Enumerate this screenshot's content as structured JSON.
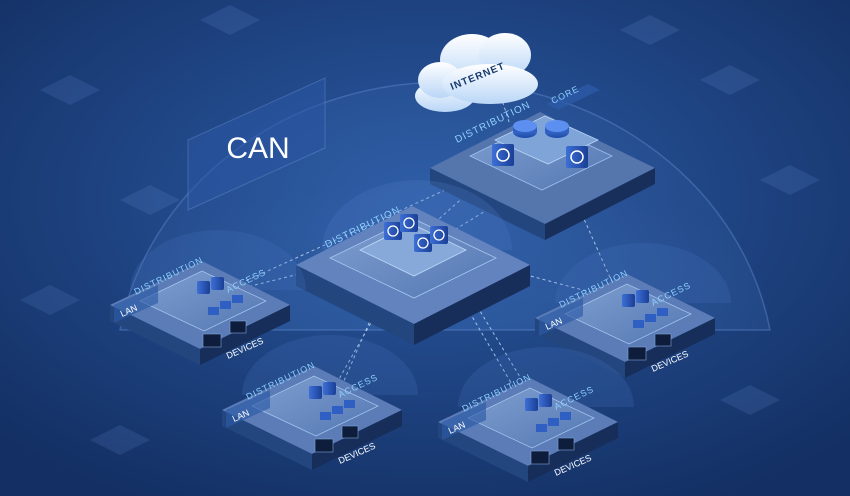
{
  "title": "CAN",
  "cloud": {
    "label": "INTERNET"
  },
  "hq": {
    "distribution": "DISTRIBUTION",
    "core": "CORE"
  },
  "center": {
    "distribution": "DISTRIBUTION"
  },
  "branches": [
    {
      "distribution": "DISTRIBUTION",
      "access": "ACCESS",
      "lan": "LAN",
      "devices": "DEVICES"
    },
    {
      "distribution": "DISTRIBUTION",
      "access": "ACCESS",
      "lan": "LAN",
      "devices": "DEVICES"
    },
    {
      "distribution": "DISTRIBUTION",
      "access": "ACCESS",
      "lan": "LAN",
      "devices": "DEVICES"
    },
    {
      "distribution": "DISTRIBUTION",
      "access": "ACCESS",
      "lan": "LAN",
      "devices": "DEVICES"
    }
  ],
  "colors": {
    "background": "#173a73",
    "label": "#8fd0ff",
    "link": "#cfe6ff"
  }
}
